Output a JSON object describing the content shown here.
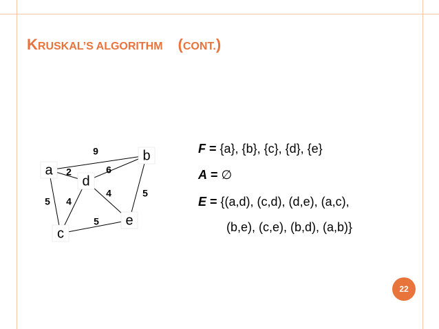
{
  "title": {
    "part1_initial": "K",
    "part1_rest": "RUSKAL",
    "part1_apostrophe": "’",
    "part1_s": "S ALGORITHM",
    "part2_open": "(",
    "part2_word": "CONT.",
    "part2_close": ")"
  },
  "graph": {
    "nodes": [
      {
        "id": "a",
        "label": "a"
      },
      {
        "id": "b",
        "label": "b"
      },
      {
        "id": "c",
        "label": "c"
      },
      {
        "id": "d",
        "label": "d"
      },
      {
        "id": "e",
        "label": "e"
      }
    ],
    "edges": [
      {
        "from": "a",
        "to": "b",
        "weight": "9"
      },
      {
        "from": "a",
        "to": "d",
        "weight": "2"
      },
      {
        "from": "a",
        "to": "c",
        "weight": "5"
      },
      {
        "from": "d",
        "to": "b",
        "weight": "6"
      },
      {
        "from": "d",
        "to": "c",
        "weight": "4"
      },
      {
        "from": "d",
        "to": "e",
        "weight": "4"
      },
      {
        "from": "b",
        "to": "e",
        "weight": "5"
      },
      {
        "from": "c",
        "to": "e",
        "weight": "5"
      }
    ],
    "colors": {
      "node_fill": "#ffffff",
      "node_stroke": "#dddddd",
      "edge": "#000000"
    }
  },
  "equations": {
    "f_var": "F",
    "f_assign": " = ",
    "f_value": "{a}, {b}, {c}, {d}, {e}",
    "a_var": "A",
    "a_assign": " = ",
    "a_value": "∅",
    "e_var": "E",
    "e_assign": " = ",
    "e_value_line1": "{(a,d), (c,d), (d,e), (a,c),",
    "e_value_line2": "(b,e), (c,e), (b,d), (a,b)}"
  },
  "slide": {
    "page_number": "22",
    "accent_color": "#e8743b"
  }
}
